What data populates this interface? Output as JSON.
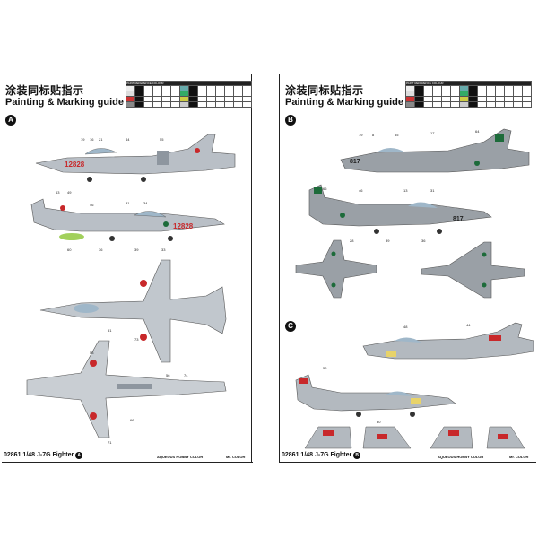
{
  "left_page": {
    "title_cn": "涂装同标贴指示",
    "title_en": "Painting & Marking guide",
    "section": "A",
    "color_table_header": "PAINT REFERENCE COLOUR",
    "tail_number": "12828",
    "footer_code": "02861",
    "footer_scale": "1/48",
    "footer_name": "J-7G Fighter",
    "footer_badge": "A",
    "brand_1": "AQUEOUS HOBBY COLOR",
    "brand_2": "Mr. COLOR"
  },
  "right_page": {
    "title_cn": "涂装同标贴指示",
    "title_en": "Painting & Marking guide",
    "section_b": "B",
    "section_c": "C",
    "color_table_header": "PAINT REFERENCE COLOUR",
    "tail_number": "817",
    "footer_code": "02861",
    "footer_scale": "1/48",
    "footer_name": "J-7G Fighter",
    "footer_badge": "B",
    "brand_1": "AQUEOUS HOBBY COLOR",
    "brand_2": "Mr. COLOR"
  },
  "colors": {
    "jet_grey": "#b9bfc6",
    "jet_dark": "#8e969f",
    "red": "#c8282a",
    "pak_green": "#1d6b3a",
    "yellow": "#e8d36a"
  }
}
